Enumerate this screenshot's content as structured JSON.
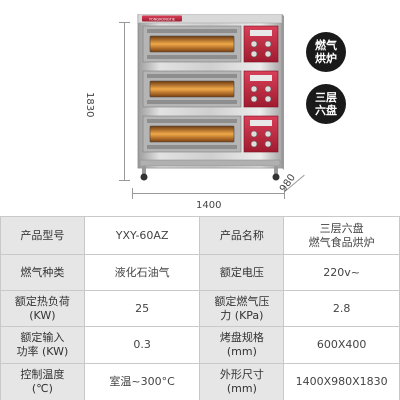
{
  "dimensions": {
    "height": "1830",
    "width": "1400",
    "depth": "980"
  },
  "oven": {
    "brand": "YONGKONGTIE",
    "top_label": "",
    "decks": 3
  },
  "badges": [
    {
      "text": "燃气\n烘炉"
    },
    {
      "text": "三层\n六盘"
    }
  ],
  "specs": {
    "rows": [
      {
        "l1": "产品型号",
        "v1": "YXY-60AZ",
        "l2": "产品名称",
        "v2": "三层六盘\n燃气食品烘炉"
      },
      {
        "l1": "燃气种类",
        "v1": "液化石油气",
        "l2": "额定电压",
        "v2": "220v~"
      },
      {
        "l1": "额定热负荷\n(KW)",
        "v1": "25",
        "l2": "额定燃气压\n力 (KPa)",
        "v2": "2.8"
      },
      {
        "l1": "额定输入\n功率 (KW)",
        "v1": "0.3",
        "l2": "烤盘规格\n(mm)",
        "v2": "600X400"
      },
      {
        "l1": "控制温度\n(℃)",
        "v1": "室温~300°C",
        "l2": "外形尺寸\n(mm)",
        "v2": "1400X980X1830"
      }
    ]
  },
  "colors": {
    "steel": "#c8c8c8",
    "steel_dark": "#8e8e8e",
    "panel_red": "#c0283c",
    "glow": "#e8a040",
    "badge": "#1a1a1a"
  }
}
